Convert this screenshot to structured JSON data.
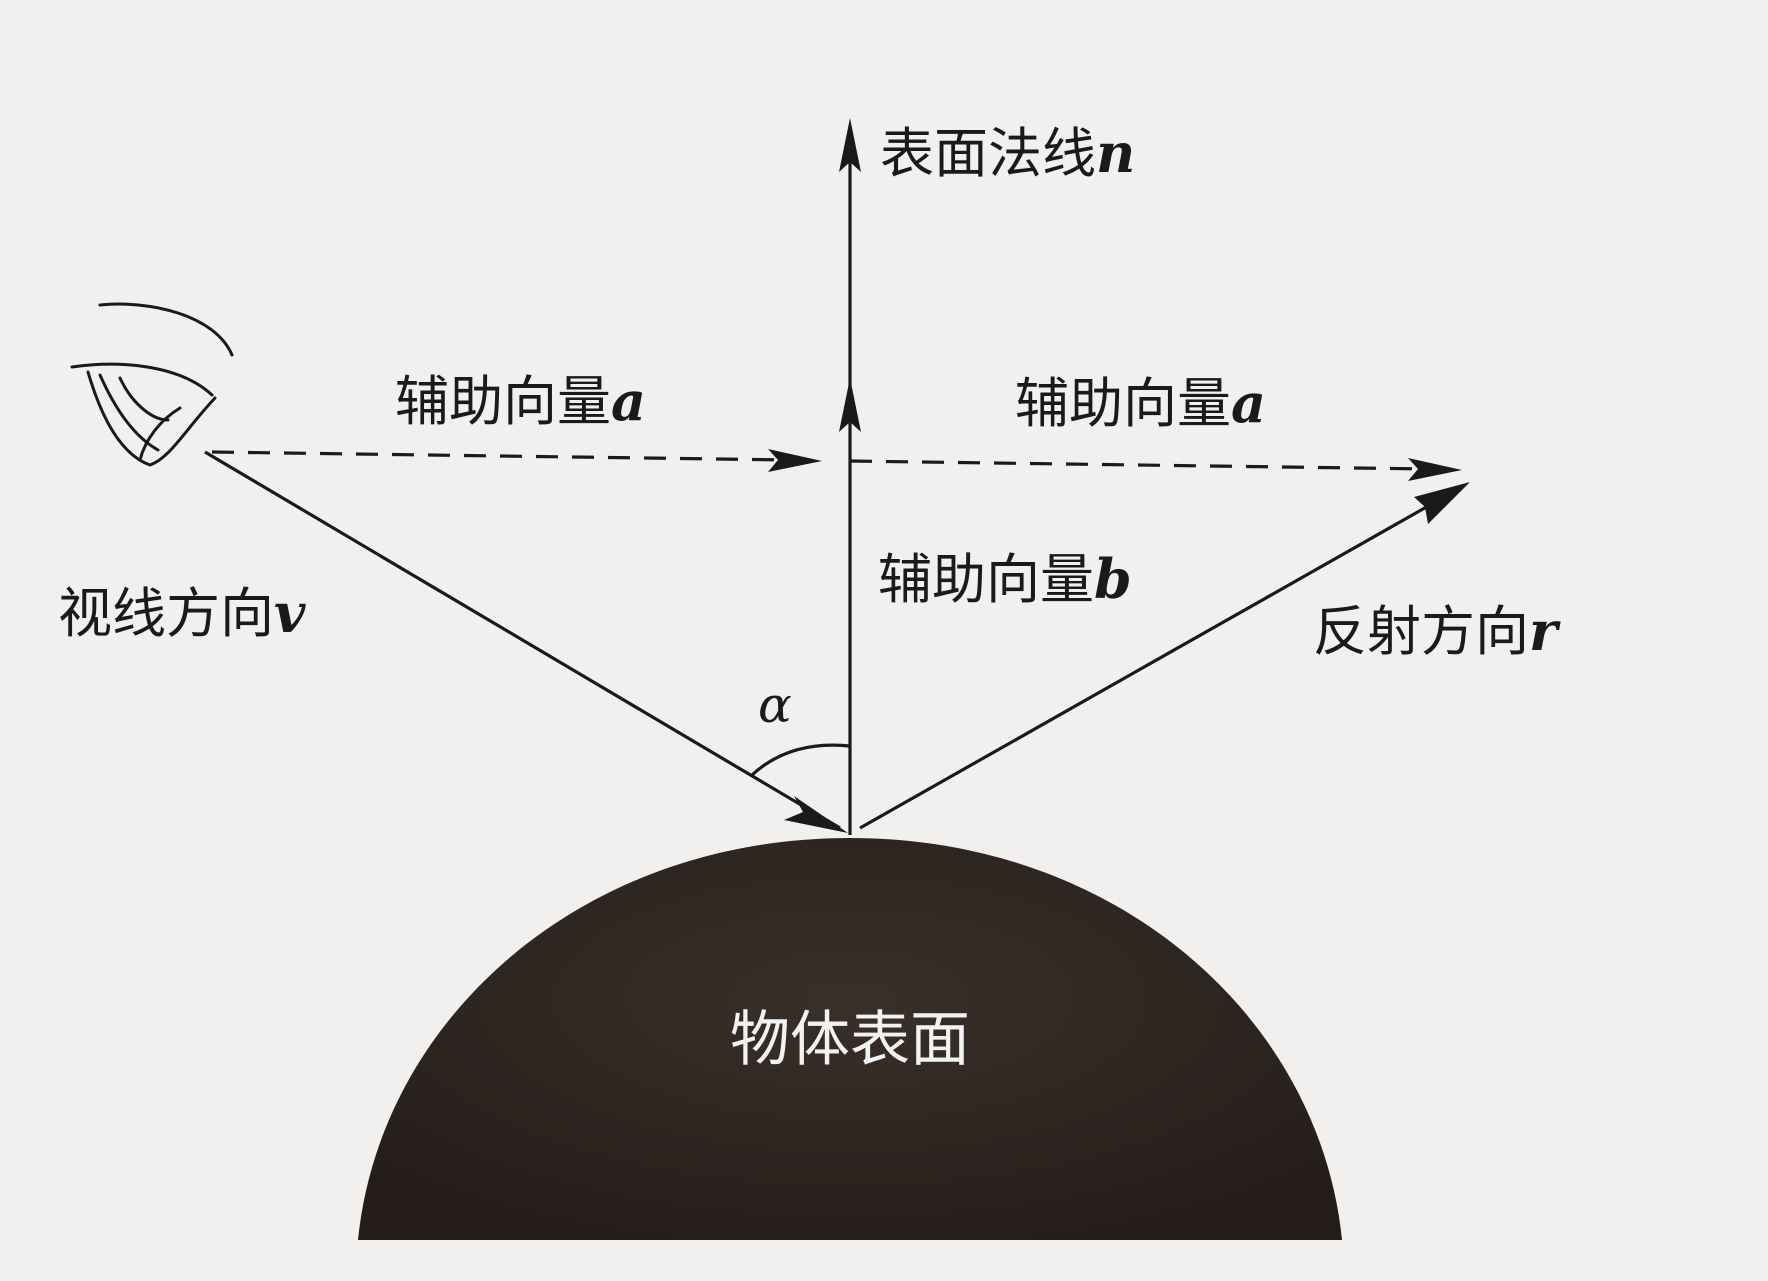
{
  "labels": {
    "normal": {
      "text": "表面法线",
      "var": "n"
    },
    "aux_a_left": {
      "text": "辅助向量",
      "var": "a"
    },
    "aux_a_right": {
      "text": "辅助向量",
      "var": "a"
    },
    "aux_b": {
      "text": "辅助向量",
      "var": "b"
    },
    "view_dir": {
      "text": "视线方向",
      "var": "v"
    },
    "reflect_dir": {
      "text": "反射方向",
      "var": "r"
    },
    "angle": "α",
    "surface": "物体表面"
  },
  "icons": {
    "eye": "eye-icon"
  },
  "colors": {
    "surface_fill": "#2b2420",
    "line": "#1a1a1a",
    "background": "#f1f0ee"
  }
}
